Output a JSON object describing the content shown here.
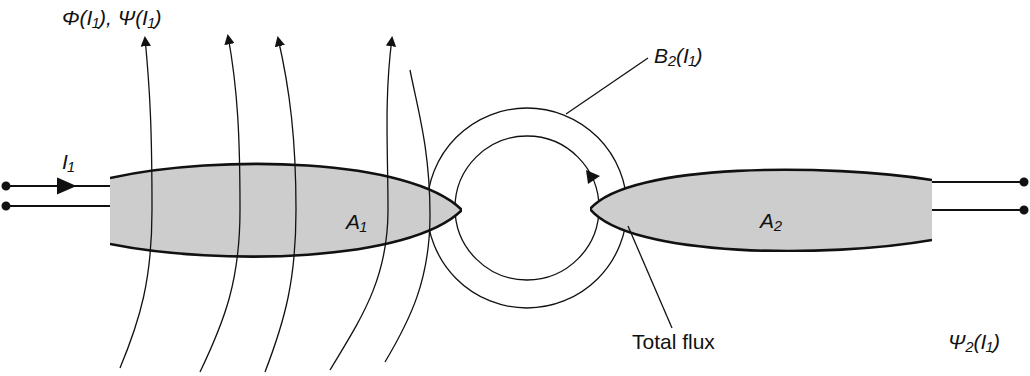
{
  "diagram": {
    "nodes": [
      {
        "text": [
          "A₁"
        ]
      },
      {
        "text": [
          "A₂"
        ]
      }
    ],
    "labels": [
      "Φ(I₁), Ψ(I₁)",
      "I₁",
      "B₂(I₁)",
      "Total flux",
      "Ψ₂(I₁)"
    ]
  }
}
